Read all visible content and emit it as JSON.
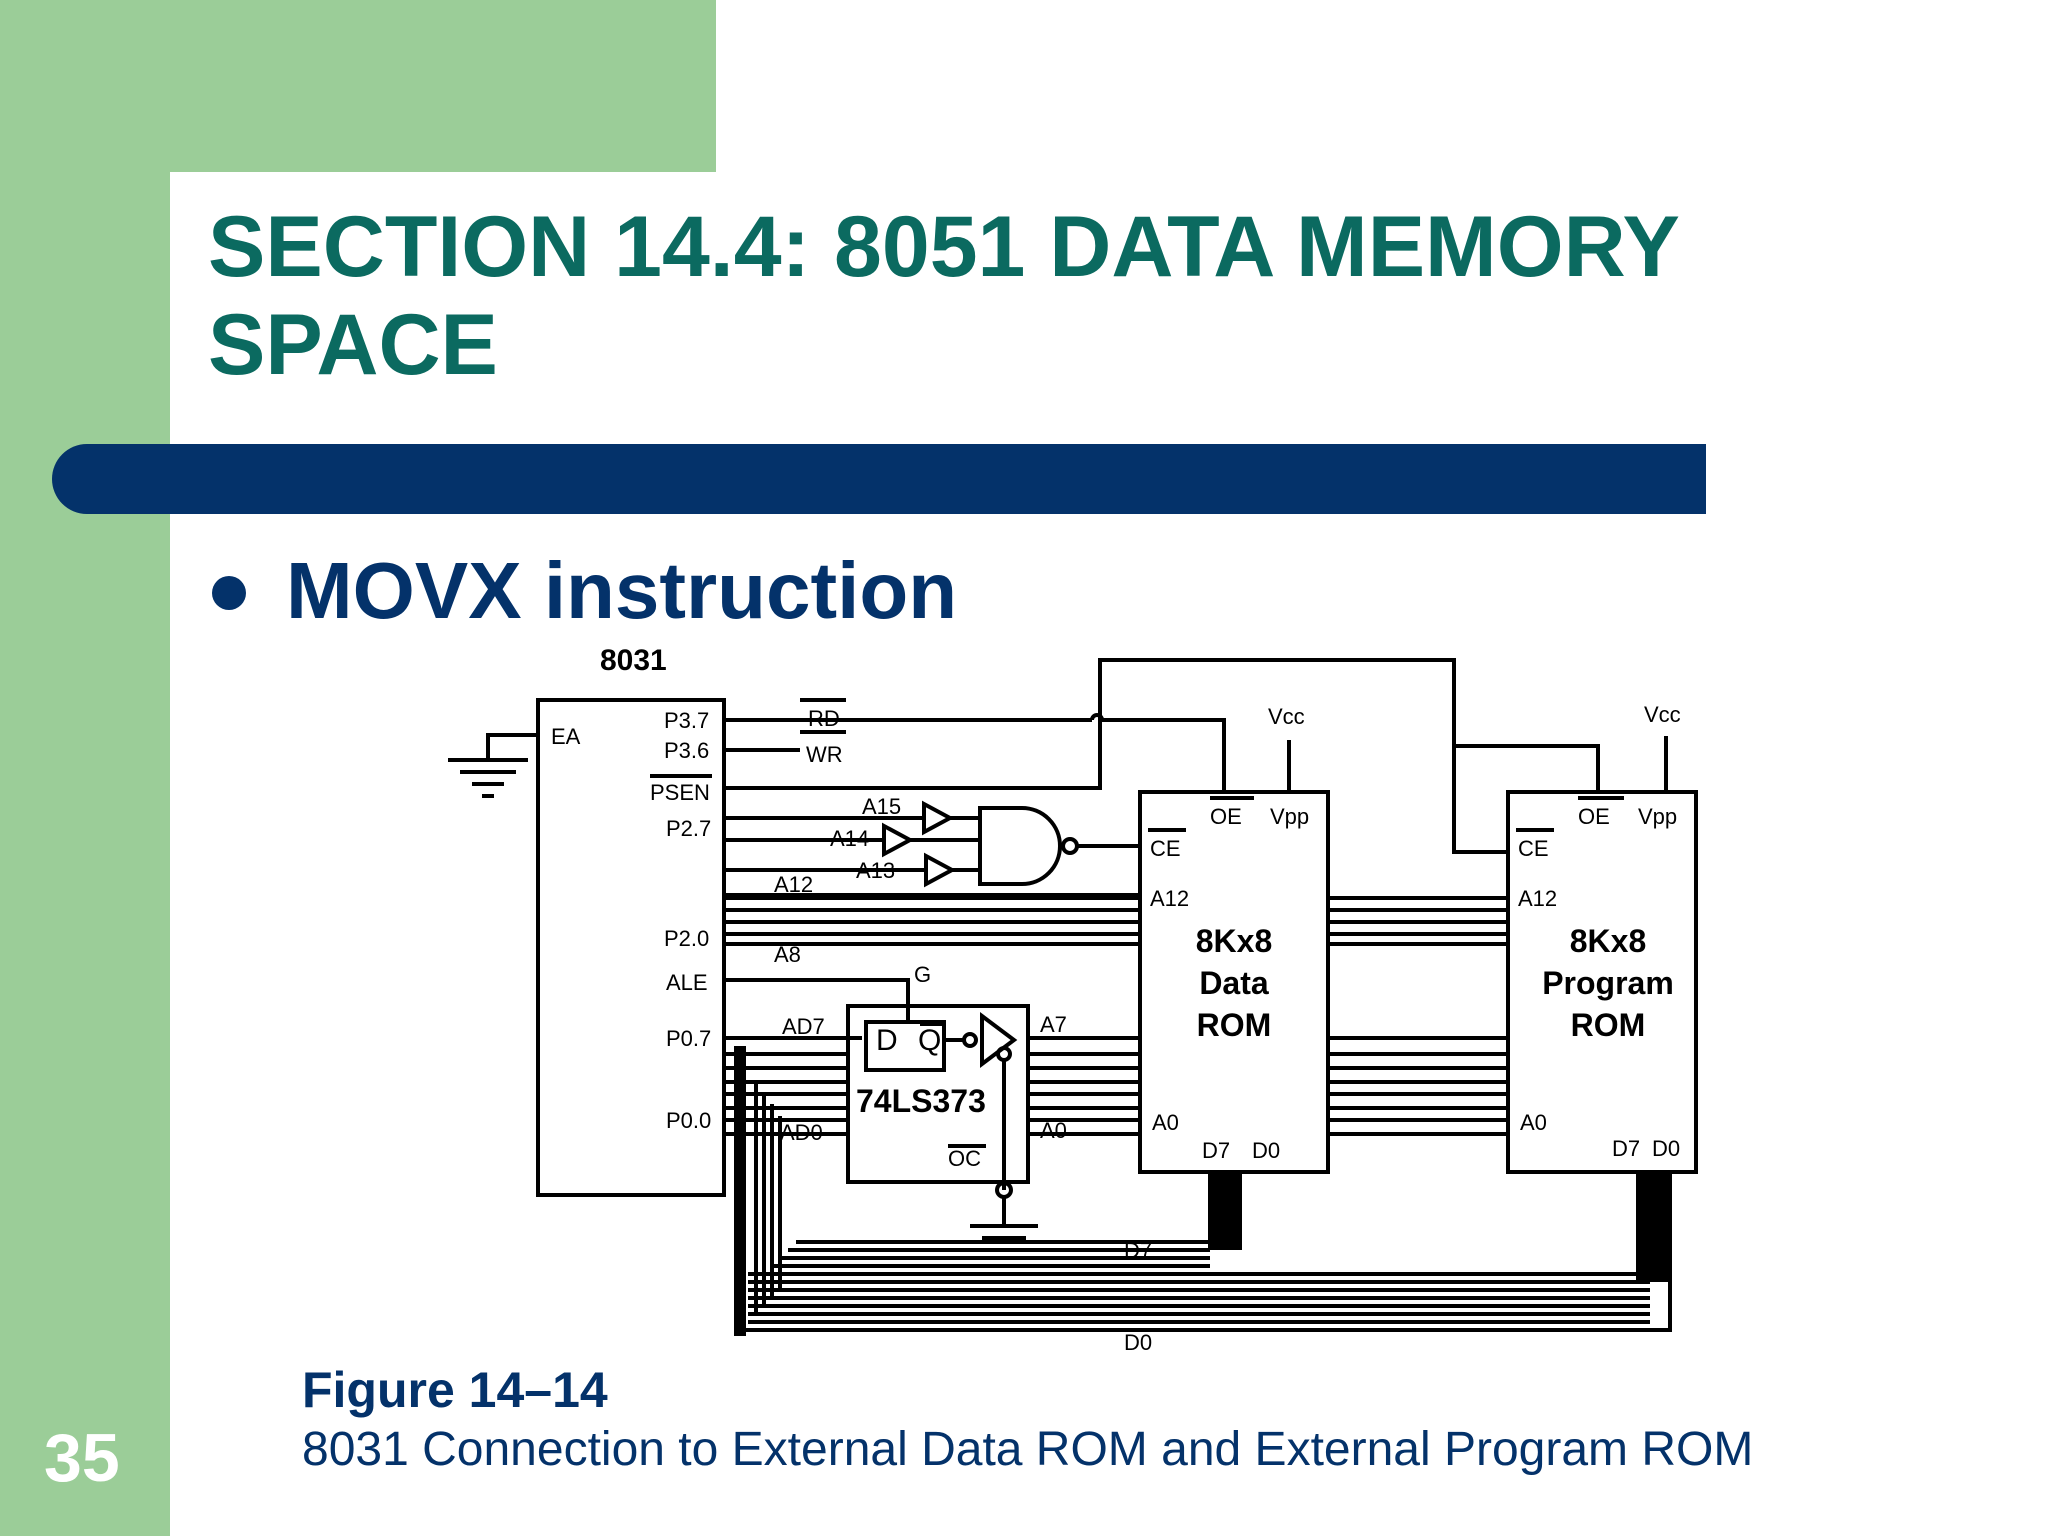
{
  "slide": {
    "title": "SECTION 14.4: 8051 DATA MEMORY SPACE",
    "bullet": "MOVX instruction",
    "caption_title": "Figure 14–14",
    "caption_text": "8031 Connection to External Data ROM and External Program ROM",
    "page_number": "35"
  },
  "colors": {
    "title": "#0b6a60",
    "accent_green": "#9bcd98",
    "navy": "#04326a"
  },
  "diagram": {
    "cpu": {
      "name": "8031",
      "pins_left": [
        "EA"
      ],
      "pins_right": [
        "P3.7",
        "P3.6",
        "PSEN",
        "P2.7",
        "P2.0",
        "ALE",
        "P0.7",
        "P0.0"
      ]
    },
    "signals": {
      "rd": "RD",
      "wr": "WR",
      "a15": "A15",
      "a14": "A14",
      "a13": "A13",
      "a12": "A12",
      "a8": "A8",
      "g": "G",
      "ad7": "AD7",
      "ad0": "AD0",
      "a7": "A7",
      "a0": "A0",
      "d7": "D7",
      "d0": "D0",
      "vcc": "Vcc"
    },
    "latch": {
      "name": "74LS373",
      "d": "D",
      "q": "Q",
      "oc": "OC"
    },
    "data_rom": {
      "line1": "8Kx8",
      "line2": "Data",
      "line3": "ROM",
      "oe": "OE",
      "vpp": "Vpp",
      "ce": "CE",
      "a12": "A12",
      "a0": "A0",
      "d7": "D7",
      "d0": "D0"
    },
    "program_rom": {
      "line1": "8Kx8",
      "line2": "Program",
      "line3": "ROM",
      "oe": "OE",
      "vpp": "Vpp",
      "ce": "CE",
      "a12": "A12",
      "a0": "A0",
      "d7": "D7",
      "d0": "D0"
    }
  }
}
